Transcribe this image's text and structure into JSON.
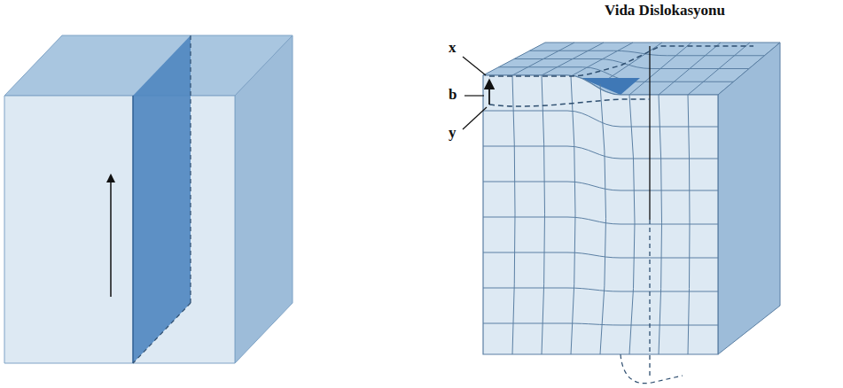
{
  "diagram": {
    "labels": [
      "Vida Dislokasyonu",
      "x",
      "b",
      "y"
    ]
  }
}
